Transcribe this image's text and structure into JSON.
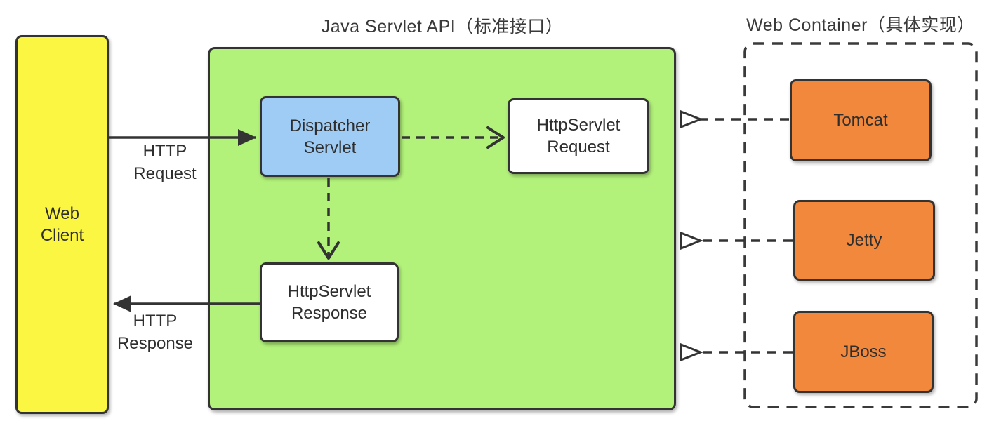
{
  "client": {
    "label": "Web Client"
  },
  "servlet_api": {
    "title": "Java Servlet API（标准接口）",
    "dispatcher_label": "Dispatcher Servlet",
    "request_label": "HttpServlet Request",
    "response_label": "HttpServlet Response"
  },
  "web_container": {
    "title": "Web Container（具体实现）",
    "servers": [
      {
        "label": "Tomcat"
      },
      {
        "label": "Jetty"
      },
      {
        "label": "JBoss"
      }
    ]
  },
  "flows": {
    "http_request_label": "HTTP Request",
    "http_response_label": "HTTP Response"
  },
  "colors": {
    "client_fill": "#FBF642",
    "api_panel_fill": "#B2F17A",
    "dispatcher_fill": "#9FCCF5",
    "server_fill": "#F1883C",
    "plain_node_fill": "#FFFFFF",
    "stroke": "#333333"
  }
}
